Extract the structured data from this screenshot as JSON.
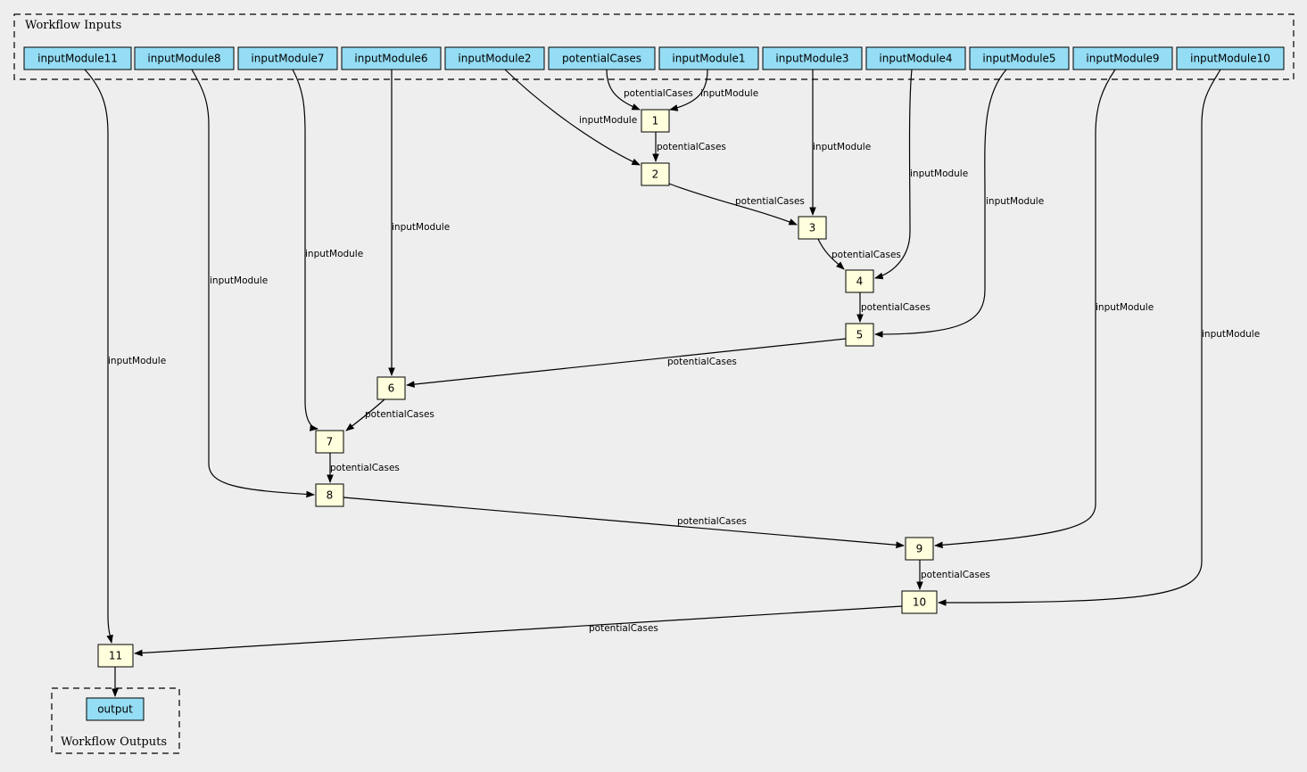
{
  "inputs_cluster": {
    "label": "Workflow Inputs"
  },
  "outputs_cluster": {
    "label": "Workflow Outputs"
  },
  "inputs": [
    {
      "id": "inputModule11",
      "label": "inputModule11"
    },
    {
      "id": "inputModule8",
      "label": "inputModule8"
    },
    {
      "id": "inputModule7",
      "label": "inputModule7"
    },
    {
      "id": "inputModule6",
      "label": "inputModule6"
    },
    {
      "id": "inputModule2",
      "label": "inputModule2"
    },
    {
      "id": "potentialCases",
      "label": "potentialCases"
    },
    {
      "id": "inputModule1",
      "label": "inputModule1"
    },
    {
      "id": "inputModule3",
      "label": "inputModule3"
    },
    {
      "id": "inputModule4",
      "label": "inputModule4"
    },
    {
      "id": "inputModule5",
      "label": "inputModule5"
    },
    {
      "id": "inputModule9",
      "label": "inputModule9"
    },
    {
      "id": "inputModule10",
      "label": "inputModule10"
    }
  ],
  "steps": [
    {
      "id": "s1",
      "label": "1"
    },
    {
      "id": "s2",
      "label": "2"
    },
    {
      "id": "s3",
      "label": "3"
    },
    {
      "id": "s4",
      "label": "4"
    },
    {
      "id": "s5",
      "label": "5"
    },
    {
      "id": "s6",
      "label": "6"
    },
    {
      "id": "s7",
      "label": "7"
    },
    {
      "id": "s8",
      "label": "8"
    },
    {
      "id": "s9",
      "label": "9"
    },
    {
      "id": "s10",
      "label": "10"
    },
    {
      "id": "s11",
      "label": "11"
    }
  ],
  "outputs": [
    {
      "id": "output",
      "label": "output"
    }
  ],
  "edges": [
    {
      "from": "potentialCases",
      "to": "s1",
      "label": "potentialCases"
    },
    {
      "from": "inputModule1",
      "to": "s1",
      "label": "inputModule"
    },
    {
      "from": "inputModule2",
      "to": "s2",
      "label": "inputModule"
    },
    {
      "from": "s1",
      "to": "s2",
      "label": "potentialCases"
    },
    {
      "from": "s2",
      "to": "s3",
      "label": "potentialCases"
    },
    {
      "from": "inputModule3",
      "to": "s3",
      "label": "inputModule"
    },
    {
      "from": "inputModule4",
      "to": "s4",
      "label": "inputModule"
    },
    {
      "from": "s3",
      "to": "s4",
      "label": "potentialCases"
    },
    {
      "from": "inputModule5",
      "to": "s5",
      "label": "inputModule"
    },
    {
      "from": "s4",
      "to": "s5",
      "label": "potentialCases"
    },
    {
      "from": "inputModule6",
      "to": "s6",
      "label": "inputModule"
    },
    {
      "from": "s5",
      "to": "s6",
      "label": "potentialCases"
    },
    {
      "from": "inputModule7",
      "to": "s7",
      "label": "inputModule"
    },
    {
      "from": "s6",
      "to": "s7",
      "label": "potentialCases"
    },
    {
      "from": "inputModule8",
      "to": "s8",
      "label": "inputModule"
    },
    {
      "from": "s7",
      "to": "s8",
      "label": "potentialCases"
    },
    {
      "from": "inputModule9",
      "to": "s9",
      "label": "inputModule"
    },
    {
      "from": "s8",
      "to": "s9",
      "label": "potentialCases"
    },
    {
      "from": "inputModule10",
      "to": "s10",
      "label": "inputModule"
    },
    {
      "from": "s9",
      "to": "s10",
      "label": "potentialCases"
    },
    {
      "from": "inputModule11",
      "to": "s11",
      "label": "inputModule"
    },
    {
      "from": "s10",
      "to": "s11",
      "label": "potentialCases"
    },
    {
      "from": "s11",
      "to": "output",
      "label": ""
    }
  ]
}
